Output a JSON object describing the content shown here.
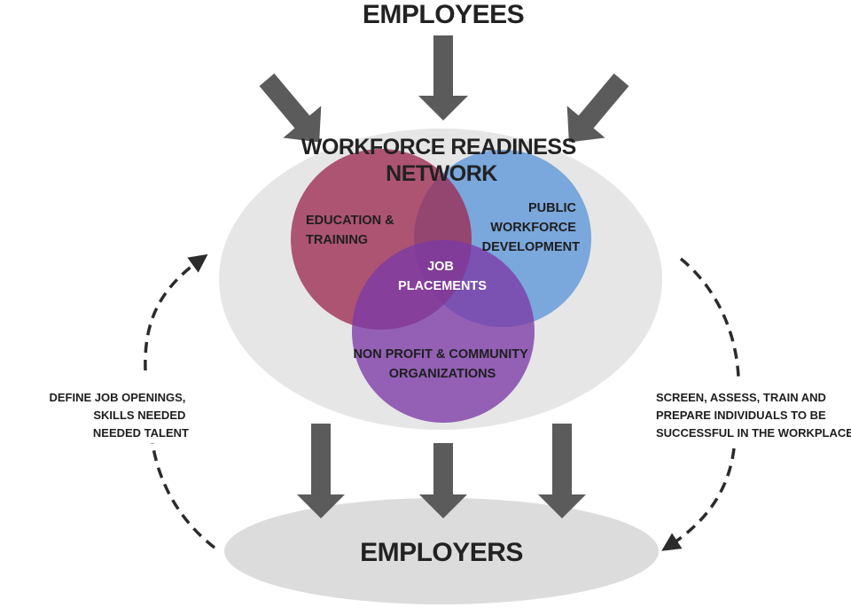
{
  "diagram": {
    "top_label": "EMPLOYEES",
    "bottom_label": "EMPLOYERS",
    "network_title": [
      "WORKFORCE READINESS",
      "NETWORK"
    ],
    "circles": {
      "education": [
        "EDUCATION &",
        "TRAINING"
      ],
      "public": [
        "PUBLIC",
        "WORKFORCE",
        "DEVELOPMENT"
      ],
      "nonprofit": [
        "NON PROFIT & COMMUNITY",
        "ORGANIZATIONS"
      ],
      "center": [
        "JOB",
        "PLACEMENTS"
      ]
    },
    "left_cycle_text": [
      "DEFINE JOB OPENINGS,",
      "SKILLS NEEDED",
      "NEEDED TALENT"
    ],
    "right_cycle_text": [
      "SCREEN, ASSESS, TRAIN AND",
      "PREPARE INDIVIDUALS TO BE",
      "SUCCESSFUL IN THE WORKPLACE"
    ],
    "colors": {
      "ellipse": "#e6e6e6",
      "education": "#9c2a52",
      "public": "#5b95d8",
      "nonprofit": "#7b3aa6",
      "arrow": "#5b5b5b",
      "dashed": "#2b2b2b"
    }
  }
}
